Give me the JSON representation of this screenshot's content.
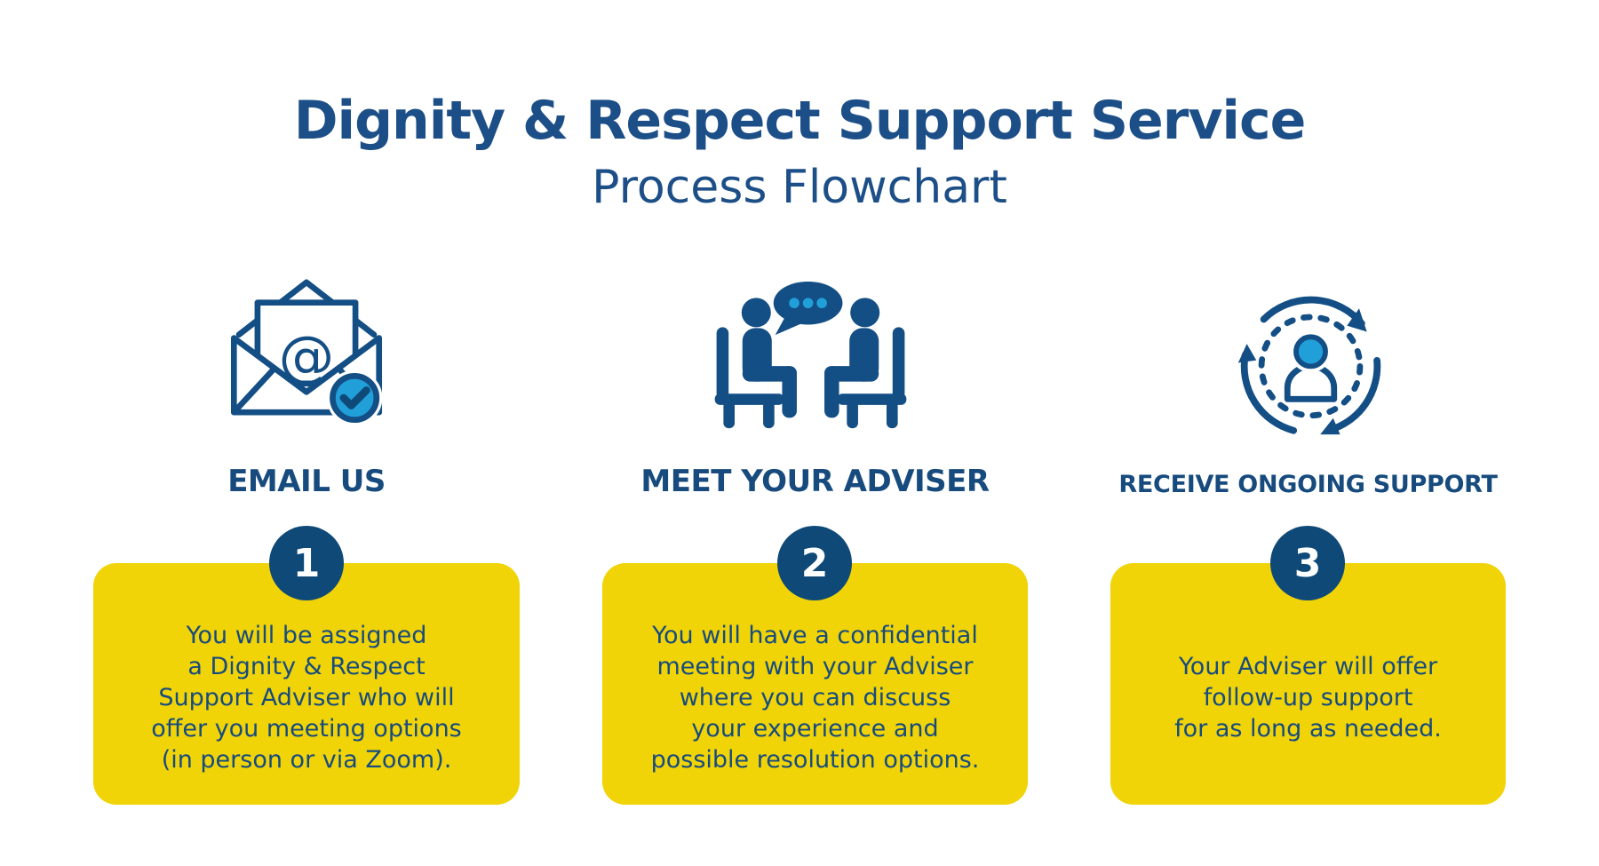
{
  "title": "Dignity & Respect Support Service",
  "subtitle": "Process Flowchart",
  "colors": {
    "navy": "#174B7E",
    "icon_navy": "#134E85",
    "circle_navy": "#0E4978",
    "accent_blue": "#209FD9",
    "yellow": "#F0D408",
    "background": "#FFFFFF"
  },
  "steps": [
    {
      "number": "1",
      "icon": "email-icon",
      "label": "EMAIL US",
      "description": "You will be assigned\na Dignity & Respect\nSupport Adviser who will\noffer you meeting options\n(in person or via Zoom)."
    },
    {
      "number": "2",
      "icon": "meeting-icon",
      "label": "MEET YOUR ADVISER",
      "description": "You will have a confidential\nmeeting with your Adviser\nwhere you can discuss\nyour experience and\npossible resolution options."
    },
    {
      "number": "3",
      "icon": "ongoing-support-icon",
      "label": "RECEIVE ONGOING SUPPORT",
      "description": "Your Adviser will offer\nfollow-up support\nfor as long as needed."
    }
  ]
}
